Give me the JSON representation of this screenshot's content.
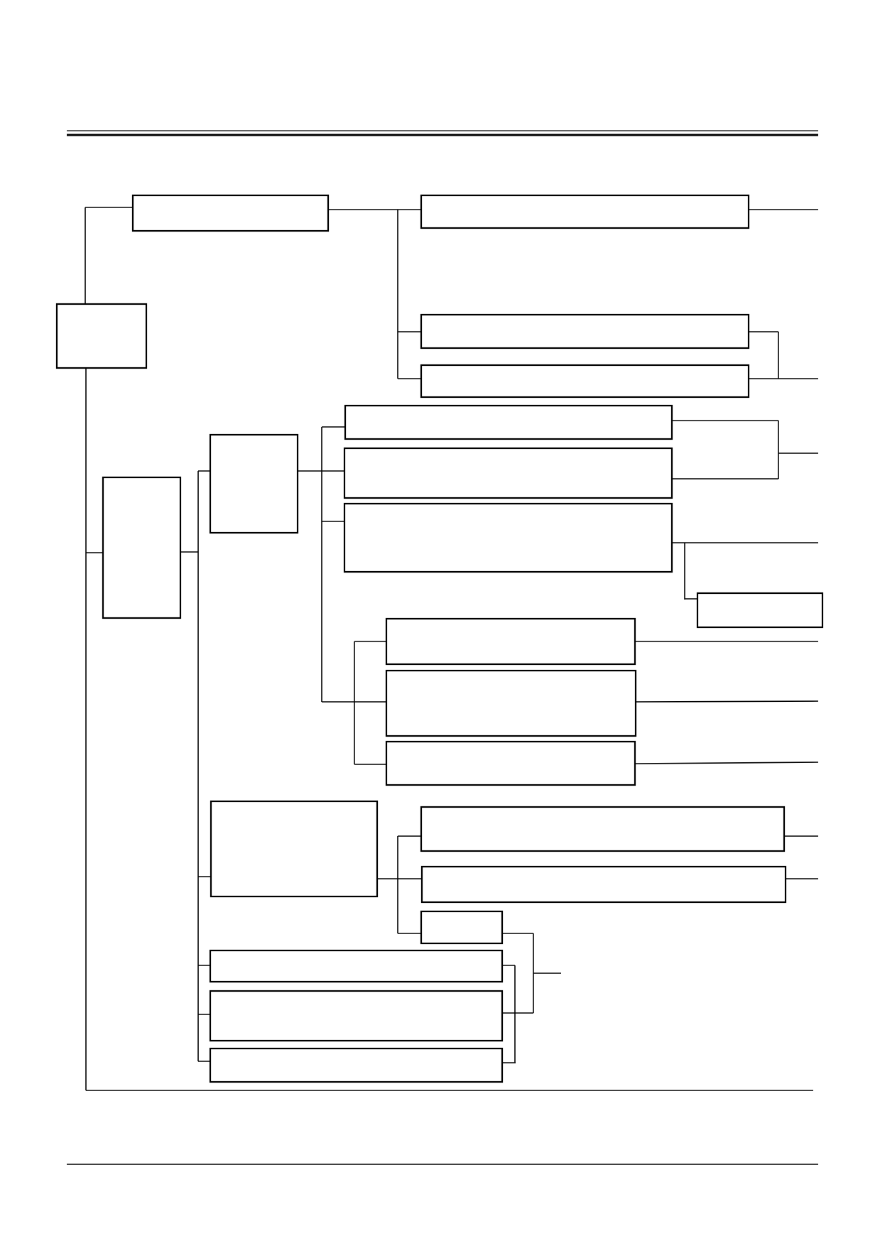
{
  "page": {
    "background_color": "#ffffff",
    "line_color": "#000000"
  },
  "diagram": {
    "kind": "hierarchy-flowchart",
    "boxes": [
      {
        "id": "root",
        "label": ""
      },
      {
        "id": "branch-top",
        "label": ""
      },
      {
        "id": "top-item-1",
        "label": ""
      },
      {
        "id": "top-item-2",
        "label": ""
      },
      {
        "id": "top-item-3",
        "label": ""
      },
      {
        "id": "branch-middle",
        "label": ""
      },
      {
        "id": "group-a",
        "label": ""
      },
      {
        "id": "a-item-1",
        "label": ""
      },
      {
        "id": "a-item-2",
        "label": ""
      },
      {
        "id": "a-item-3",
        "label": ""
      },
      {
        "id": "a-item-3-note",
        "label": ""
      },
      {
        "id": "a-sub-1",
        "label": ""
      },
      {
        "id": "a-sub-2",
        "label": ""
      },
      {
        "id": "a-sub-3",
        "label": ""
      },
      {
        "id": "group-b",
        "label": ""
      },
      {
        "id": "b-item-1",
        "label": ""
      },
      {
        "id": "b-item-2",
        "label": ""
      },
      {
        "id": "b-item-3",
        "label": ""
      },
      {
        "id": "c-item-1",
        "label": ""
      },
      {
        "id": "c-item-2",
        "label": ""
      },
      {
        "id": "c-item-3",
        "label": ""
      }
    ]
  }
}
